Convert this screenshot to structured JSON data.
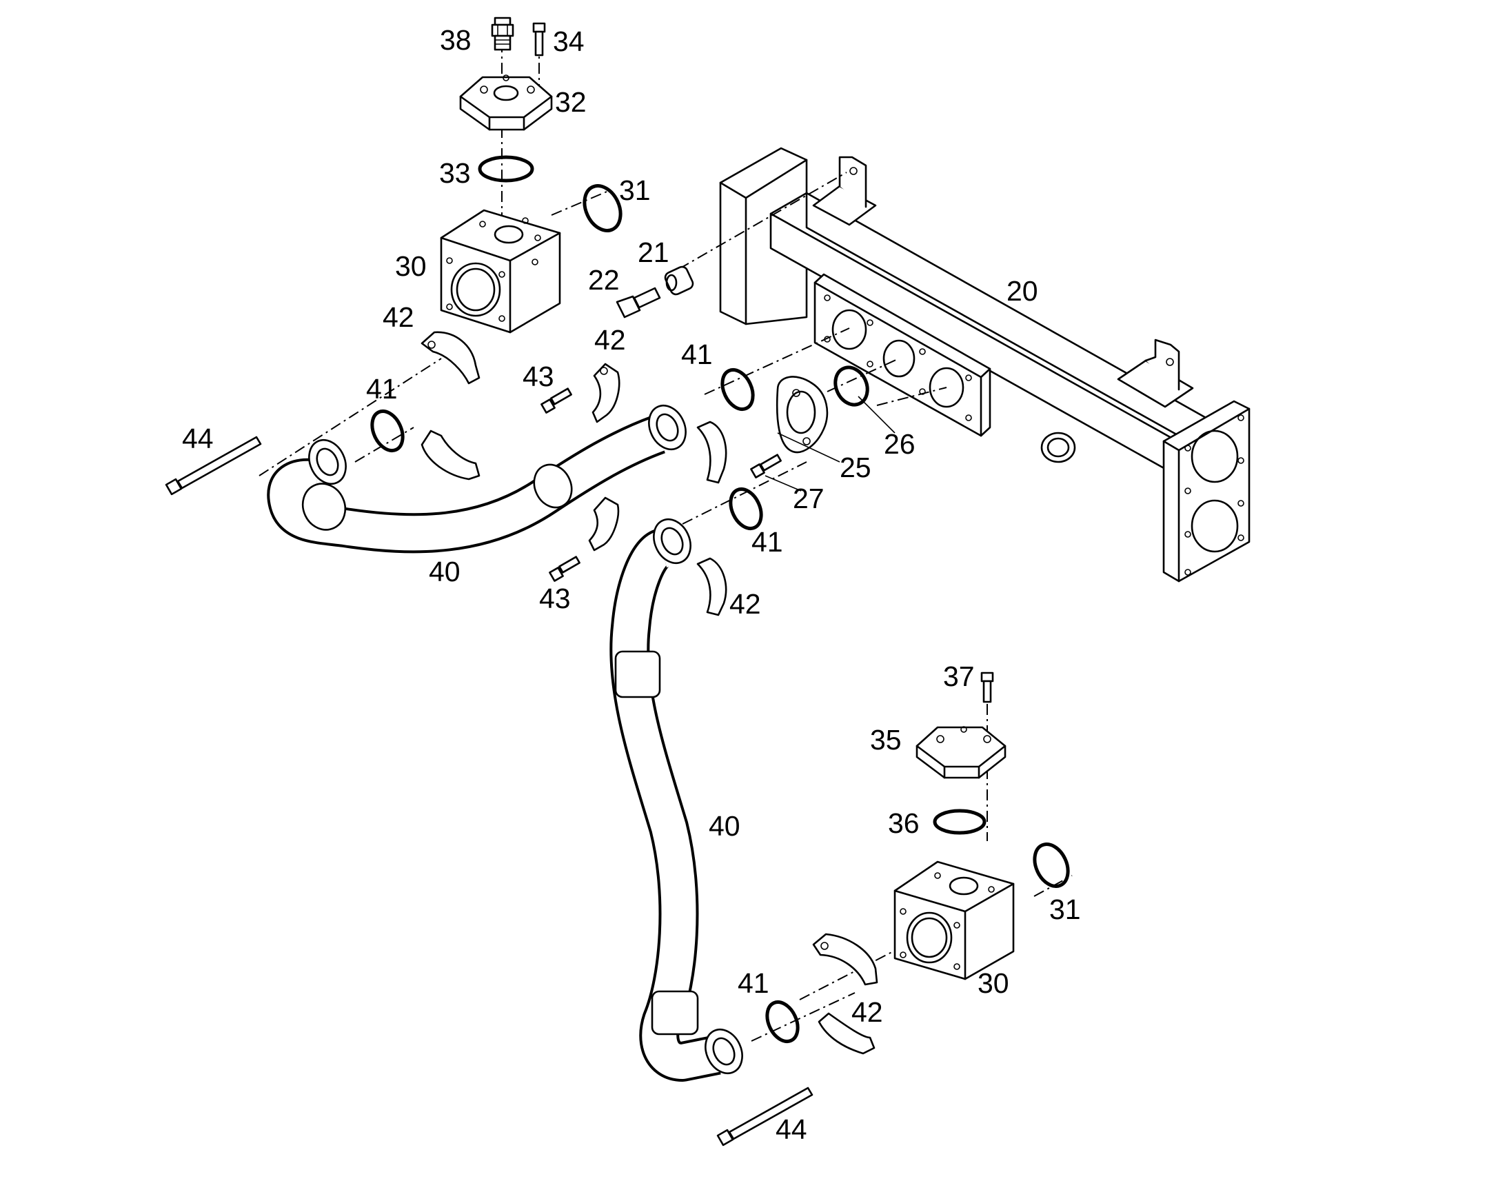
{
  "callouts": {
    "c38": "38",
    "c34": "34",
    "c32": "32",
    "c33": "33",
    "c31a": "31",
    "c30a": "30",
    "c21": "21",
    "c22": "22",
    "c20": "20",
    "c42a": "42",
    "c42b": "42",
    "c43a": "43",
    "c41a": "41",
    "c41b": "41",
    "c44a": "44",
    "c26": "26",
    "c25": "25",
    "c27": "27",
    "c41c": "41",
    "c40a": "40",
    "c43b": "43",
    "c42c": "42",
    "c37": "37",
    "c35": "35",
    "c40b": "40",
    "c36": "36",
    "c31b": "31",
    "c41d": "41",
    "c30b": "30",
    "c42d": "42",
    "c44b": "44"
  }
}
